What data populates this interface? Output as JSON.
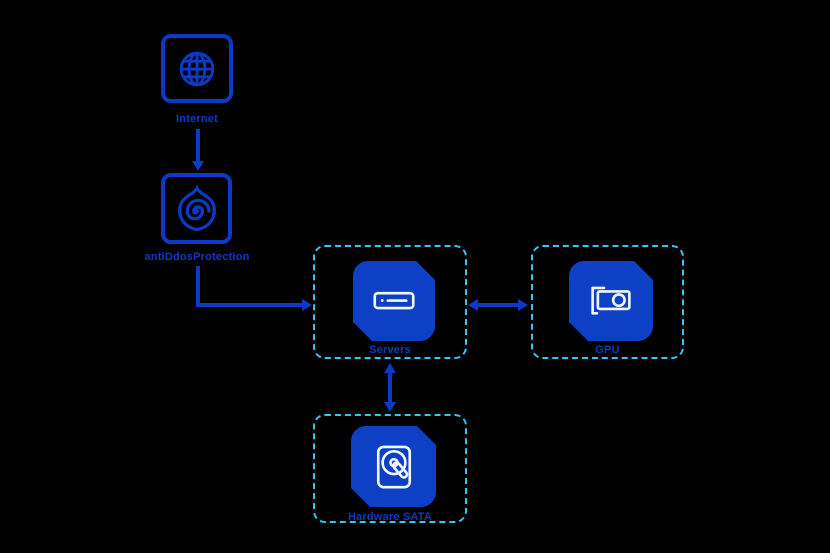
{
  "diagram": {
    "title": "",
    "background": "#000000",
    "colors": {
      "stroke_blue": "#0c3ac6",
      "fill_blue": "#0d40c4",
      "dashed_cyan": "#3bc5ec",
      "icon_white": "#f2f6ff"
    },
    "nodes": [
      {
        "id": "internet",
        "label": "Internet",
        "icon": "globe-icon",
        "style": "outlined"
      },
      {
        "id": "antiddos",
        "label": "antiDdosProtection",
        "icon": "shield-spiral-icon",
        "style": "outlined"
      },
      {
        "id": "servers",
        "label": "Servers",
        "icon": "server-icon",
        "style": "filled-chip-in-dashed-container"
      },
      {
        "id": "gpu",
        "label": "GPU",
        "icon": "gpu-card-icon",
        "style": "filled-chip-in-dashed-container"
      },
      {
        "id": "sata",
        "label": "Hardware SATA",
        "icon": "hard-disk-icon",
        "style": "filled-chip-in-dashed-container"
      }
    ],
    "edges": [
      {
        "from": "internet",
        "to": "antiddos",
        "arrow": "single",
        "shape": "straight-down"
      },
      {
        "from": "antiddos",
        "to": "servers",
        "arrow": "single",
        "shape": "elbow-down-right"
      },
      {
        "from": "servers",
        "to": "gpu",
        "arrow": "double",
        "shape": "straight-horizontal"
      },
      {
        "from": "servers",
        "to": "sata",
        "arrow": "double",
        "shape": "straight-vertical"
      }
    ]
  }
}
